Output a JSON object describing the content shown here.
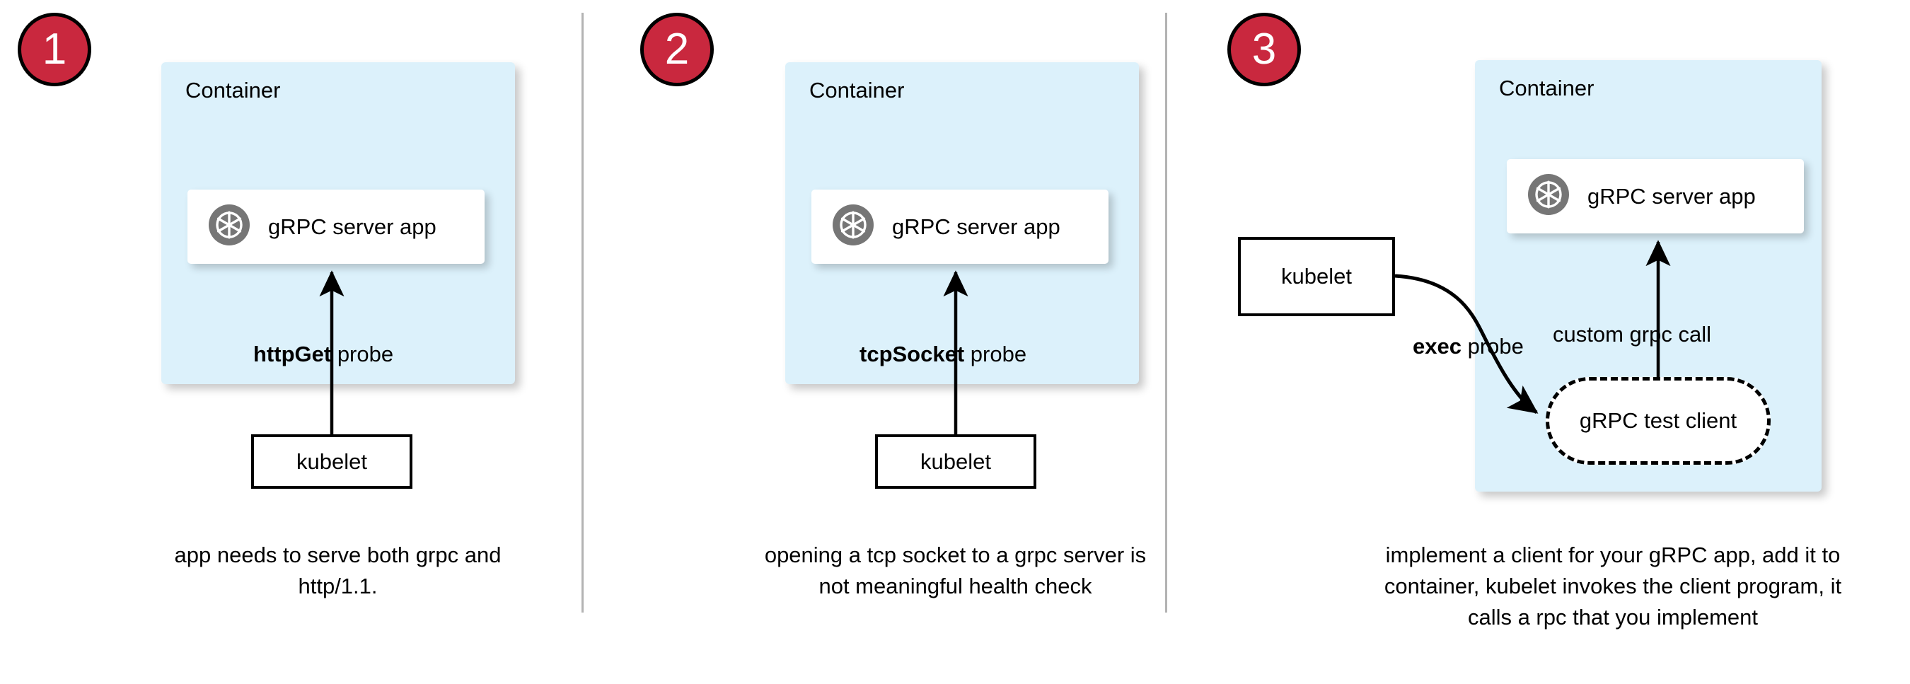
{
  "diagram": {
    "title_colors": {
      "badge_fill": "#c9283e",
      "badge_text": "#ffffff",
      "container_fill": "#dcf1fb",
      "card_fill": "#ffffff",
      "stroke": "#000000",
      "divider": "#b3b3b3",
      "icon_gray": "#767676"
    },
    "panels": [
      {
        "step_number": "1",
        "container_label": "Container",
        "app_label": "gRPC server app",
        "app_icon": "grpc-aperture-icon",
        "probe_label_bold": "httpGet",
        "probe_label_rest": " probe",
        "kubelet_label": "kubelet",
        "caption": "app needs to serve both grpc and http/1.1."
      },
      {
        "step_number": "2",
        "container_label": "Container",
        "app_label": "gRPC server app",
        "app_icon": "grpc-aperture-icon",
        "probe_label_bold": "tcpSocket",
        "probe_label_rest": " probe",
        "kubelet_label": "kubelet",
        "caption": "opening a tcp socket to a grpc server is not meaningful health check"
      },
      {
        "step_number": "3",
        "container_label": "Container",
        "app_label": "gRPC server app",
        "app_icon": "grpc-aperture-icon",
        "probe_label_bold": "exec",
        "probe_label_rest": " probe",
        "kubelet_label": "kubelet",
        "custom_call_label": "custom grpc call",
        "test_client_label": "gRPC test client",
        "caption": "implement a client for your gRPC app, add it to container, kubelet invokes the client program, it calls a rpc that you implement"
      }
    ]
  }
}
